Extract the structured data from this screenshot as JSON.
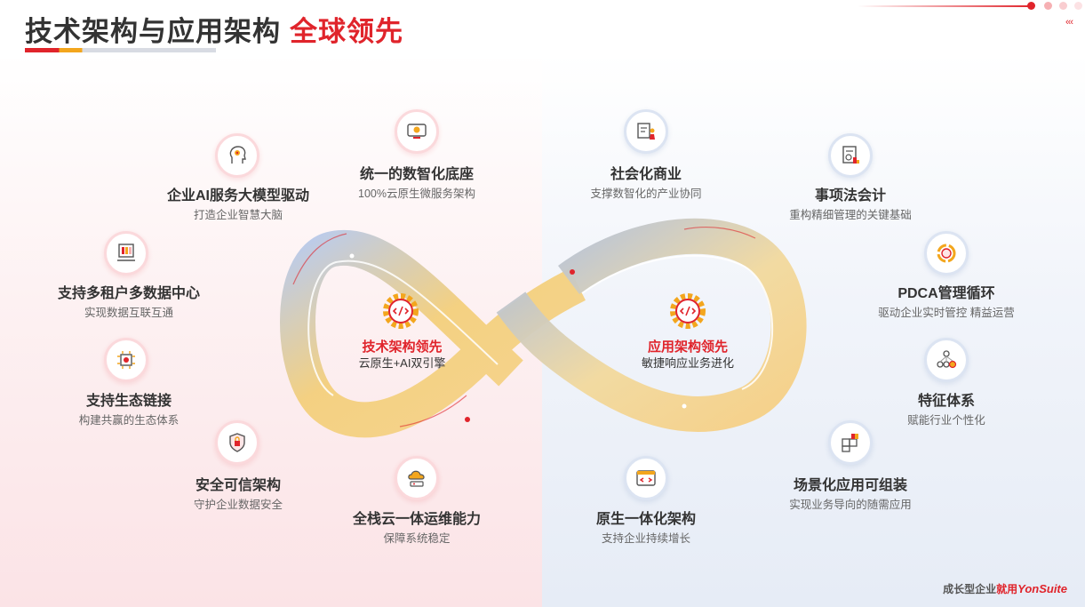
{
  "header": {
    "title": "技术架构与应用架构",
    "title_highlight": "全球领先"
  },
  "left_center": {
    "title": "技术架构领先",
    "subtitle": "云原生+AI双引擎"
  },
  "right_center": {
    "title": "应用架构领先",
    "subtitle": "敏捷响应业务进化"
  },
  "left_features": [
    {
      "title": "统一的数智化底座",
      "subtitle": "100%云原生微服务架构",
      "icon": "monitor-gear-icon"
    },
    {
      "title": "企业AI服务大模型驱动",
      "subtitle": "打造企业智慧大脑",
      "icon": "ai-head-icon"
    },
    {
      "title": "支持多租户多数据中心",
      "subtitle": "实现数据互联互通",
      "icon": "data-center-icon"
    },
    {
      "title": "支持生态链接",
      "subtitle": "构建共赢的生态体系",
      "icon": "ecosystem-chip-icon"
    },
    {
      "title": "安全可信架构",
      "subtitle": "守护企业数据安全",
      "icon": "shield-icon"
    },
    {
      "title": "全栈云一体运维能力",
      "subtitle": "保障系统稳定",
      "icon": "cloud-ops-icon"
    }
  ],
  "right_features": [
    {
      "title": "社会化商业",
      "subtitle": "支撑数智化的产业协同",
      "icon": "social-business-icon"
    },
    {
      "title": "事项法会计",
      "subtitle": "重构精细管理的关键基础",
      "icon": "accounting-doc-icon"
    },
    {
      "title": "PDCA管理循环",
      "subtitle": "驱动企业实时管控 精益运营",
      "icon": "cycle-icon"
    },
    {
      "title": "特征体系",
      "subtitle": "赋能行业个性化",
      "icon": "feature-network-icon"
    },
    {
      "title": "场景化应用可组装",
      "subtitle": "实现业务导向的随需应用",
      "icon": "puzzle-icon"
    },
    {
      "title": "原生一体化架构",
      "subtitle": "支持企业持续增长",
      "icon": "code-window-icon"
    }
  ],
  "footer": {
    "prefix": "成长型企业",
    "mid": "就用",
    "brand": "YonSuite"
  },
  "nav_arrows": "‹‹‹",
  "colors": {
    "accent": "#e0242b",
    "orange": "#f3a61d",
    "blue_band": "#9bb3dc",
    "gold_band": "#f2cc7a"
  }
}
